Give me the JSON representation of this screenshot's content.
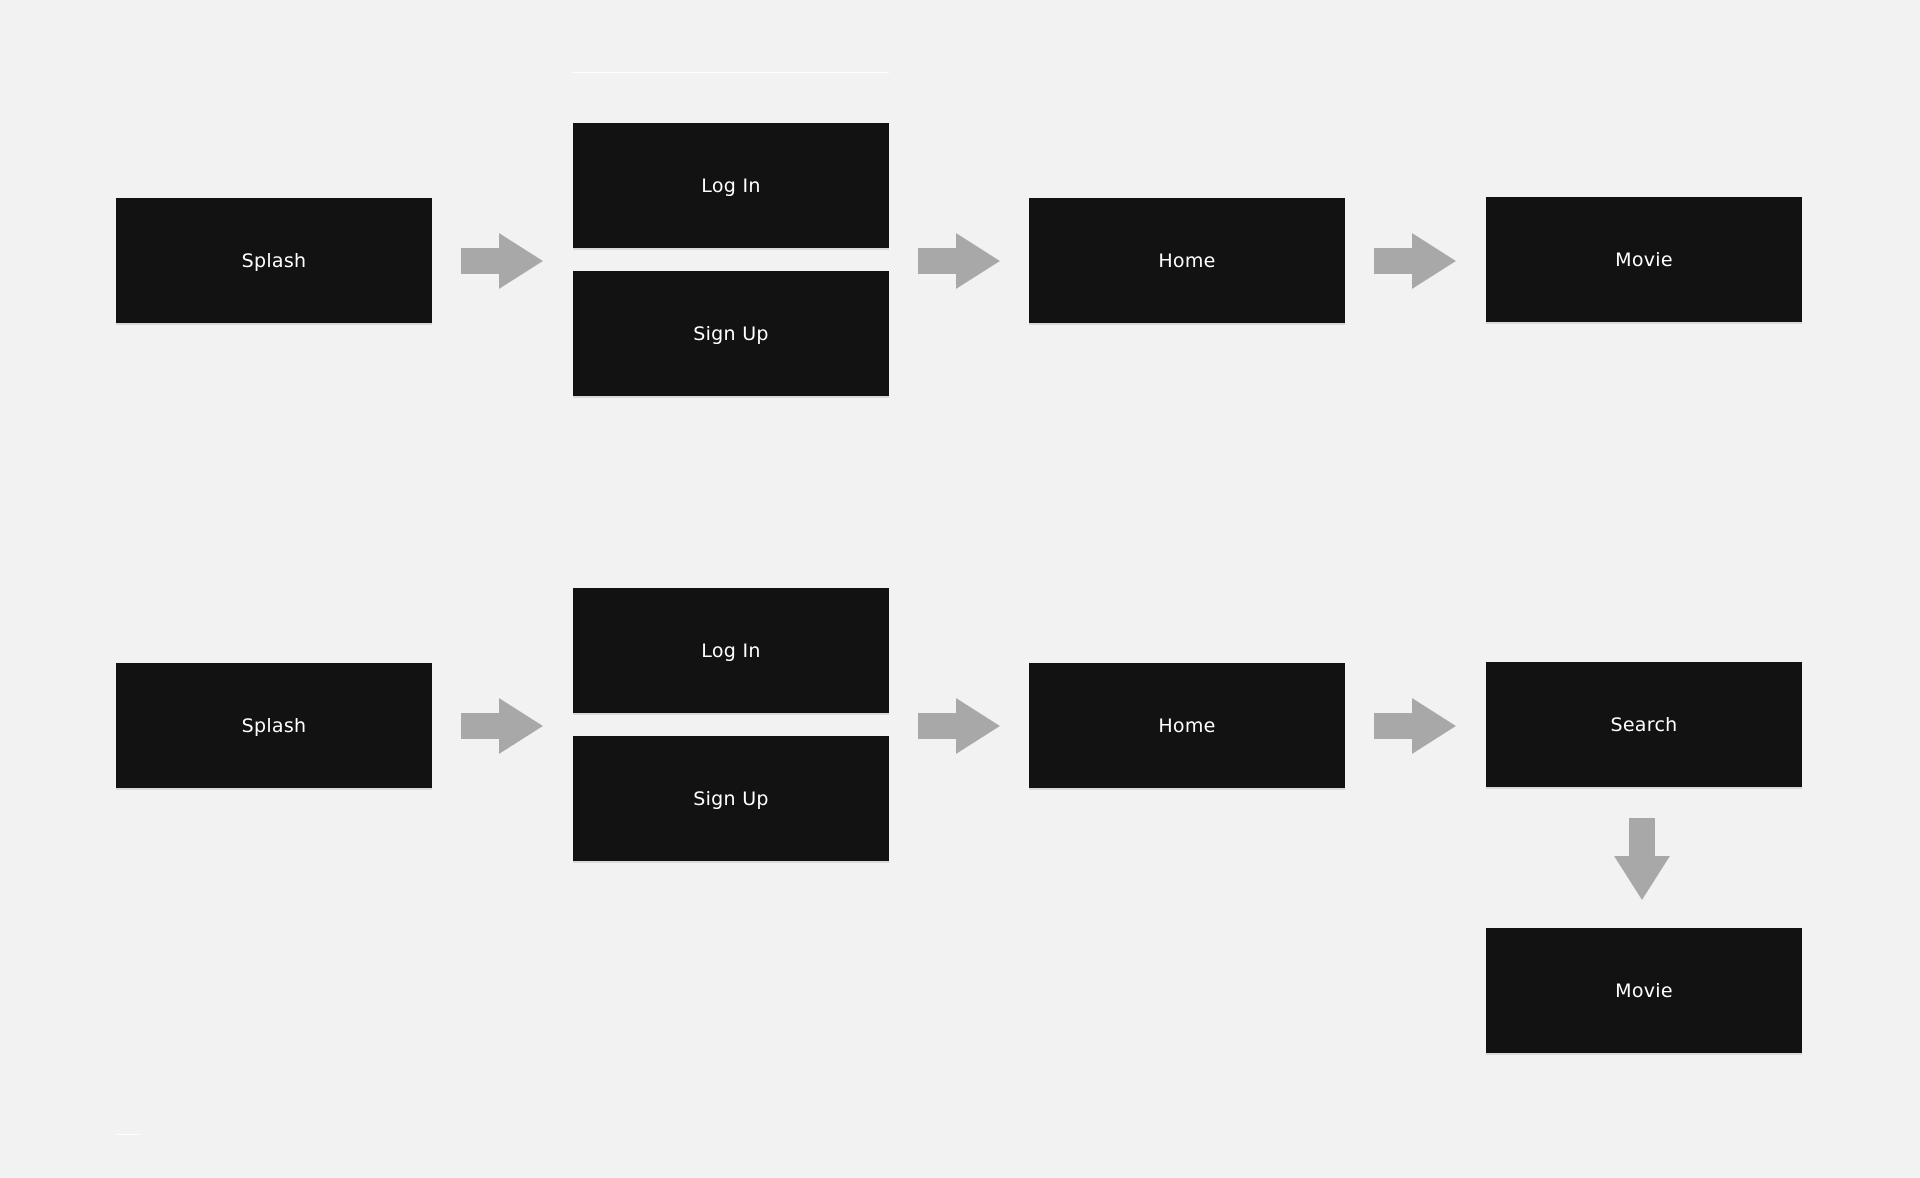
{
  "flows": [
    {
      "name": "",
      "nodes": {
        "splash": "Splash",
        "login": "Log In",
        "signup": "Sign Up",
        "home": "Home",
        "movie": "Movie"
      }
    },
    {
      "name": "",
      "nodes": {
        "splash": "Splash",
        "login": "Log In",
        "signup": "Sign Up",
        "home": "Home",
        "search": "Search",
        "movie": "Movie"
      }
    }
  ],
  "colors": {
    "background": "#f2f2f2",
    "node_fill": "#121212",
    "node_text": "#ffffff",
    "arrow": "#a8a8a8"
  },
  "icons": {
    "right_arrow": "right-arrow-icon",
    "down_arrow": "down-arrow-icon"
  }
}
